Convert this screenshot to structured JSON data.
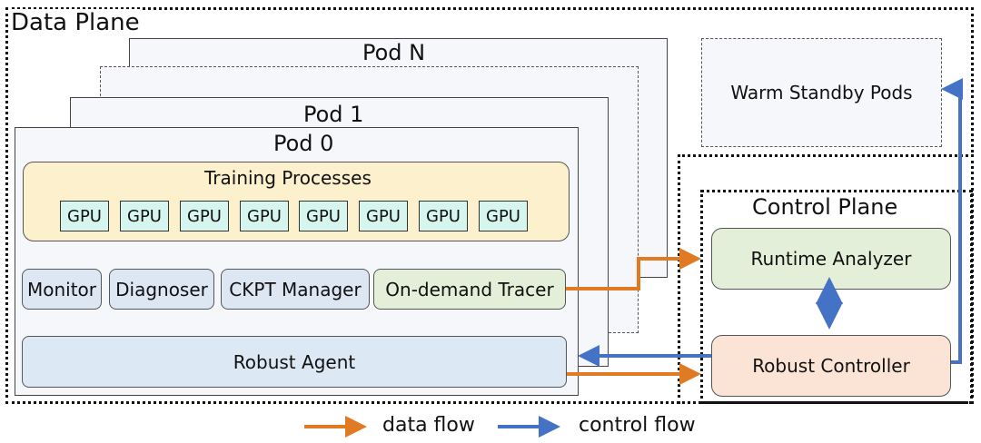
{
  "data_plane": {
    "title": "Data Plane"
  },
  "control_plane": {
    "title": "Control Plane"
  },
  "pods": {
    "pod_n": "Pod N",
    "pod_1": "Pod 1",
    "pod_0": "Pod 0"
  },
  "training": {
    "title": "Training Processes",
    "gpus": [
      "GPU",
      "GPU",
      "GPU",
      "GPU",
      "GPU",
      "GPU",
      "GPU",
      "GPU"
    ]
  },
  "components": {
    "monitor": "Monitor",
    "diagnoser": "Diagnoser",
    "ckpt_manager": "CKPT Manager",
    "tracer": "On-demand Tracer",
    "robust_agent": "Robust Agent"
  },
  "standby": {
    "label": "Warm Standby Pods"
  },
  "analyzer": {
    "label": "Runtime Analyzer"
  },
  "controller": {
    "label": "Robust Controller"
  },
  "legend": {
    "data_flow": "data flow",
    "control_flow": "control flow"
  },
  "colors": {
    "data_flow": "#e07b24",
    "control_flow": "#4472c4",
    "training_bg": "#fdf0cc",
    "gpu_bg": "#d6f5ee",
    "component_bg": "#dde6f3",
    "tracer_bg": "#e4efd9",
    "controller_bg": "#fbe4d5"
  }
}
